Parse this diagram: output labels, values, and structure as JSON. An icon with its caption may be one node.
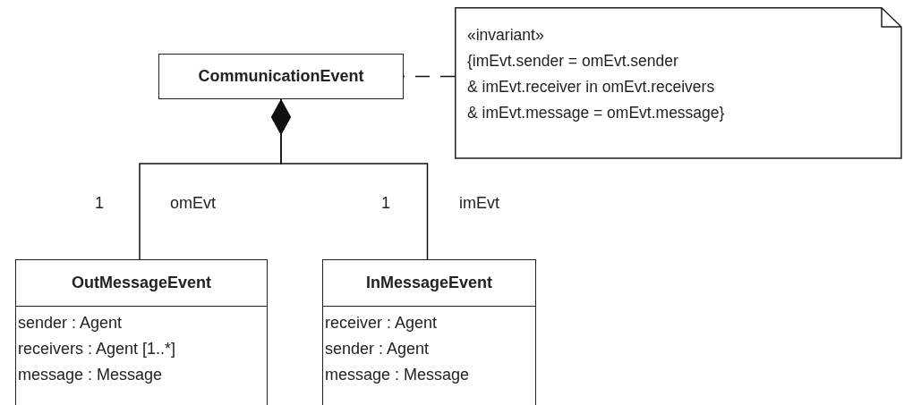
{
  "diagram": {
    "nodes": [
      {
        "text": [
          "CommunicationEvent"
        ]
      },
      {
        "text": [
          "«invariant»",
          "{imEvt.sender = omEvt.sender",
          "& imEvt.receiver in omEvt.receivers",
          "& imEvt.message = omEvt.message}"
        ]
      },
      {
        "text": [
          "OutMessageEvent",
          "sender : Agent",
          "receivers : Agent [1..*]",
          "message : Message"
        ]
      },
      {
        "text": [
          "InMessageEvent",
          "receiver : Agent",
          "sender : Agent",
          "message : Message"
        ]
      }
    ],
    "edges": [
      {
        "from": 0,
        "to": 2,
        "arrow": "other",
        "label": "omEvt"
      },
      {
        "from": 0,
        "to": 3,
        "arrow": "other",
        "label": "imEvt"
      },
      {
        "from": 1,
        "to": 0,
        "arrow": "none",
        "style": "dashed"
      }
    ],
    "labels": [
      "1",
      "1"
    ]
  }
}
